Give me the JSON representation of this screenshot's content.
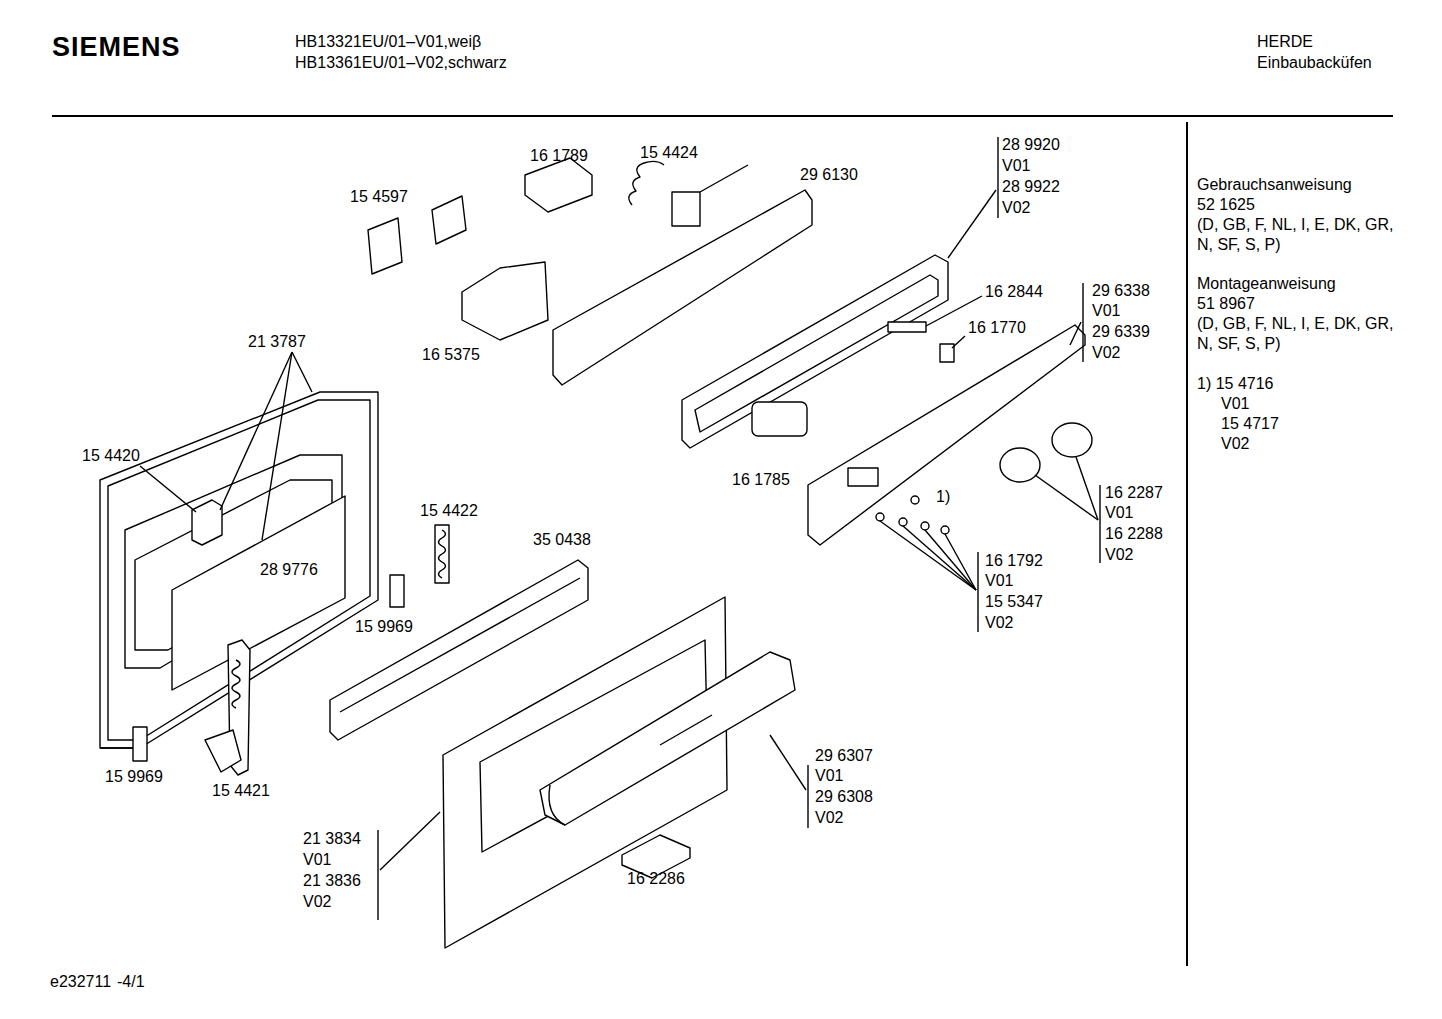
{
  "diagram": {
    "labels": [
      "SIEMENS",
      "HB13321EU/01–V01,weiβ",
      "HB13361EU/01–V02,schwarz",
      "HERDE",
      "Einbaubacküfen",
      "Gebrauchsanweisung",
      "52 1625",
      "(D, GB, F, NL, I, E, DK, GR, N, SF, S, P)",
      "Montageanweisung",
      "51 8967",
      "(D, GB, F, NL, I, E, DK, GR, N, SF, S, P)",
      "1) 15 4716",
      "V01",
      "15 4717",
      "V02",
      "16 1789",
      "15 4424",
      "15 4597",
      "29 6130",
      "28 9920",
      "V01",
      "28 9922",
      "V02",
      "16 5375",
      "16 2844",
      "29 6338",
      "V01",
      "29 6339",
      "V02",
      "16 1770",
      "21 3787",
      "15 4420",
      "16 1785",
      "1)",
      "16 2287",
      "V01",
      "16 2288",
      "V02",
      "15 4422",
      "35 0438",
      "28 9776",
      "15 9969",
      "16 1792",
      "V01",
      "15 5347",
      "V02",
      "29 6307",
      "V01",
      "29 6308",
      "V02",
      "15 9969",
      "15 4421",
      "21 3834",
      "V01",
      "21 3836",
      "V02",
      "16 2286",
      "e232711",
      "-4/1"
    ]
  }
}
